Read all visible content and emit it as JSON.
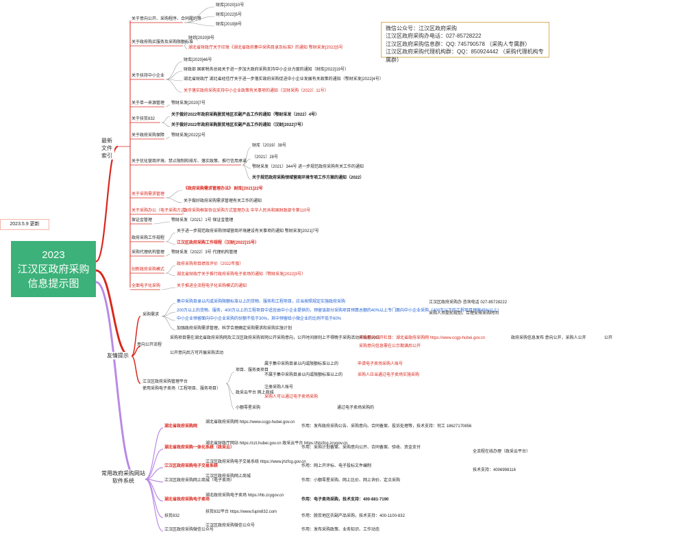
{
  "root": {
    "title": "2023\n江汉区政府采购\n信息提示图",
    "update": "2023.5.9 更新"
  },
  "contact_box": {
    "lines": [
      "微信公众号：江汉区政府采购",
      "江汉区政府采购办电话：027-85728222",
      "江汉区政府采购信息群：QQ: 745790578 （采购人专属群）",
      "江汉区政府采购代理机构群：QQ：850924442 （采购代理机构专属群）"
    ]
  },
  "sec1": {
    "label": "最新\n文件\n索引",
    "g1": {
      "label": "关于意向公开、采购程序、合同履约等",
      "items": [
        "财库[2020]10号",
        "财库[2022]5号",
        "财库[2019]8号"
      ]
    },
    "g2": {
      "label": "关于政府购买服务及采购限额标准",
      "items": [
        "财综[2020]9号",
        "湖北省财政厅关于印发《湖北省政府集中采购目录及标准》的通知 鄂财采发[2022]5号"
      ]
    },
    "g3": {
      "label": "关于扶持中小企业",
      "items": [
        "财库[2020]46号",
        "财政部 国家税务总局关于进一步加大政府采购支持中小企业力度的通知（财库[2022]19号）",
        "湖北省财政厅 湖北省经信厅关于进一步落实政府采购促进中小企业发展有关政策的通知（鄂财采发[2022]4号）",
        "关于落实政府采购支持中小企业政策有关事项的通知（汉财采购〔2022〕11号）"
      ]
    },
    "g4": {
      "label": "关于单一来源管理",
      "items": [
        "鄂财采发[2020]7号"
      ]
    },
    "g5": {
      "label": "关于扶贫832",
      "items": [
        "关于做好2022年政府采购脱贫地区农副产品工作的通知（鄂财采发〔2022〕4号）",
        "关于做好2022年政府采购脱贫地区农副产品工作的通知（汉财[2022]7号）"
      ]
    },
    "g6": {
      "label": "关于政府采购保障",
      "items": [
        "鄂财采发[2022]2号"
      ]
    },
    "g7": {
      "label": "关于优化营商环境、禁止限制和排斥、落实政策、推行信用承诺",
      "items": [
        "财库〔2019〕38号",
        "〔2021〕28号",
        "鄂财采发〔2021〕344号 进一步规范政府采购有关工作的通知",
        "关于规范政府采购领域营商环境专项工作方案的通知（2022）"
      ]
    },
    "g8": {
      "label": "关于采购需求管理",
      "items": [
        "《政府采购需求管理办法》 财库[2021]22号",
        "关于做好政府采购需求管理有关工作的通知"
      ]
    },
    "g9": {
      "label": "关于采购办公（电子采购方式）",
      "items": [
        "政府采购框架协议采购方式管理办法 中华人民共和国财政部令第110号"
      ]
    },
    "g10": {
      "label": "保证金管理",
      "items": [
        "鄂财采发〔2021〕1号 保证金管理"
      ]
    },
    "g11": {
      "label": "政府采购工作规程",
      "items": [
        "关于进一步规范政府采购领域营商环境建设有关事项的通知 鄂财采发[2021]7号",
        "江汉区政府采购工作规程（汉财[2022]15号）"
      ]
    },
    "g12": {
      "label": "采购代理机构管理",
      "items": [
        "鄂财采发〔2022〕3号 代理机构管理"
      ]
    },
    "g13": {
      "label": "创新政府采购模式",
      "items": [
        "政府采购项目绩效评价（2022年版）",
        "湖北省财政厅关于推行政府采购电子卖场的通知（鄂财采发[2022]3号）"
      ]
    },
    "g14": {
      "label": "全面电子化采购",
      "items": [
        "关于推进全流程电子化采购模式的通知"
      ]
    }
  },
  "sec2": {
    "label": "友情提示",
    "g1": {
      "label": "采购需求",
      "items": [
        "集中采购目录以内或采购限额标准以上的货物、服务和工程项目，应当按照规定实施政府采购",
        "200万以上的货物、服务，400万以上的工程项目中适宜由中小企业提供的，预留该部分采购项目预算总额的40%以上专门面向中小企业采购（400万以下的工程项目预留45%以上）",
        "中小企业预留面向中小企业采购的份额不低于30%，其中预留给小微企业的比例不低于60%"
      ],
      "note": "加强政府采购需求管理，科学合理确定采购需求和采购实施计划"
    },
    "g2": {
      "label": "意向公开流程",
      "items": [
        "采购项目需在湖北省政府采购网及江汉区政府采购官网公开采购意向，公开时间原则上不得晚于采购活动开始前30日",
        "公开意向后方可开展采购活动",
        "采购意向公开栏目：湖北省政府采购网 https://www.ccgp-hubei.gov.cn",
        "采购意向信息需在公示期满后公开",
        "政府采购信息发布 意向公开，采购人公开"
      ]
    },
    "g3": {
      "label": "江汉区政府采购管理平台 使用采购电子卖场（工程项目、服务项目）",
      "items": [
        "项目、服务类项目",
        "属于集中采购目录以内或限额标准以上的",
        "通过电子卖场采购的",
        "不属于集中采购目录以内或限额标准以上的",
        "政采云平台 网上商城",
        "采购人应当通过电子卖场实施采购",
        "注册采购人账号",
        "申请电子卖场采购人账号",
        "采购人可以通过电子卖场采购",
        "小额零星采购"
      ]
    }
  },
  "sec3": {
    "label": "常用政府采购网站\n软件系统",
    "g1": {
      "label": "湖北省政府采购网",
      "items": [
        "湖北省政府采购网 https://www.ccgp-hubei.gov.cn",
        "作用：发布政府采购公告、采购意向、合同备案、投诉处理等，技术支持：何工 18627170856"
      ]
    },
    "g2": {
      "label": "湖北省政府采购一体化系统（政采云）",
      "items": [
        "湖北省财政厅网站 https://czt.hubei.gov.cn 政采云平台 https://hbzfcg.zcygov.cn",
        "作用：采购计划备案、采购意向公开、合同备案、验收、资金支付",
        "全流程在线办理（政采云平台）"
      ]
    },
    "g3": {
      "label": "江汉区政府采购电子交易系统",
      "items": [
        "江汉区政府采购电子交易系统 https://www.jhzfcg.gov.cn",
        "作用：网上开评标、电子投标文件编制",
        "技术支持：4006998116"
      ]
    },
    "g4": {
      "label": "江汉区政府采购网上商城（电子卖场）",
      "items": [
        "江汉区政府采购网上商城",
        "作用：小额零星采购、网上比价、网上询价、定点采购"
      ]
    },
    "g5": {
      "label": "湖北省政府采购电子卖场",
      "items": [
        "湖北政府采购电子卖场 https://hb.zcygov.cn",
        "作用：电子卖场采购，技术支持：400-881-7190"
      ]
    },
    "g6": {
      "label": "扶贫832",
      "items": [
        "扶贫832平台 https://www.fupin832.com",
        "作用：脱贫地区农副产品采购，技术支持：400-1100-832"
      ]
    },
    "g7": {
      "label": "江汉区政府采购微信公众号",
      "items": [
        "江汉区政府采购微信公众号",
        "作用：发布采购政策、业务知识、工作动态"
      ]
    }
  },
  "colors": {
    "root": "#3cb179",
    "sec1": "#d9261c",
    "sec2": "#d9261c",
    "sec3": "#a06bd6",
    "red_text": "#d9261c",
    "blue_text": "#1f5fd1"
  }
}
